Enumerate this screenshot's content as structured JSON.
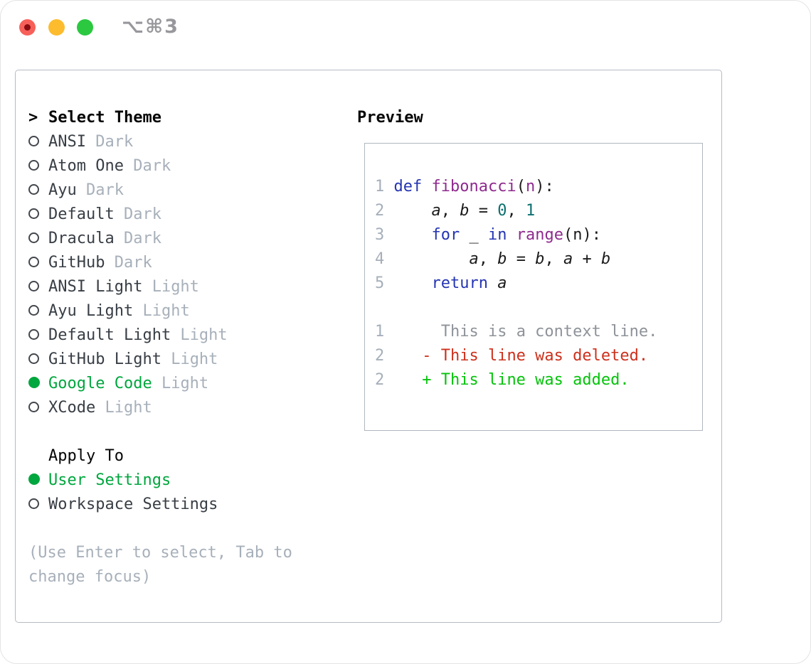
{
  "window": {
    "title": "⌥⌘3",
    "traffic_lights": [
      {
        "name": "close",
        "color": "#f76059",
        "has_dot": true,
        "dot_color": "#8a0b10"
      },
      {
        "name": "minimize",
        "color": "#fcbc2e",
        "has_dot": false,
        "dot_color": ""
      },
      {
        "name": "zoom",
        "color": "#2bc840",
        "has_dot": false,
        "dot_color": ""
      }
    ]
  },
  "theme_selector": {
    "prompt": ">",
    "title": "Select Theme",
    "items": [
      {
        "name": "ANSI",
        "variant": "Dark",
        "selected": false
      },
      {
        "name": "Atom One",
        "variant": "Dark",
        "selected": false
      },
      {
        "name": "Ayu",
        "variant": "Dark",
        "selected": false
      },
      {
        "name": "Default",
        "variant": "Dark",
        "selected": false
      },
      {
        "name": "Dracula",
        "variant": "Dark",
        "selected": false
      },
      {
        "name": "GitHub",
        "variant": "Dark",
        "selected": false
      },
      {
        "name": "ANSI Light",
        "variant": "Light",
        "selected": false
      },
      {
        "name": "Ayu Light",
        "variant": "Light",
        "selected": false
      },
      {
        "name": "Default Light",
        "variant": "Light",
        "selected": false
      },
      {
        "name": "GitHub Light",
        "variant": "Light",
        "selected": false
      },
      {
        "name": "Google Code",
        "variant": "Light",
        "selected": true
      },
      {
        "name": "XCode",
        "variant": "Light",
        "selected": false
      }
    ]
  },
  "apply_to": {
    "title": "Apply To",
    "options": [
      {
        "label": "User Settings",
        "selected": true
      },
      {
        "label": "Workspace Settings",
        "selected": false
      }
    ]
  },
  "help_text": "(Use Enter to select, Tab to change focus)",
  "preview": {
    "title": "Preview",
    "lines": [
      [
        [
          "ln",
          "1"
        ],
        [
          "pl",
          " "
        ],
        [
          "kw",
          "def"
        ],
        [
          "pl",
          " "
        ],
        [
          "fn",
          "fibonacci"
        ],
        [
          "pl",
          "("
        ],
        [
          "prm",
          "n"
        ],
        [
          "pl",
          "):"
        ]
      ],
      [
        [
          "ln",
          "2"
        ],
        [
          "pl",
          "     "
        ],
        [
          "var",
          "a"
        ],
        [
          "pl",
          ", "
        ],
        [
          "var",
          "b"
        ],
        [
          "pl",
          " = "
        ],
        [
          "num",
          "0"
        ],
        [
          "pl",
          ", "
        ],
        [
          "num",
          "1"
        ]
      ],
      [
        [
          "ln",
          "3"
        ],
        [
          "pl",
          "     "
        ],
        [
          "kw",
          "for"
        ],
        [
          "pl",
          " _ "
        ],
        [
          "kw",
          "in"
        ],
        [
          "pl",
          " "
        ],
        [
          "fn",
          "range"
        ],
        [
          "pl",
          "(n):"
        ]
      ],
      [
        [
          "ln",
          "4"
        ],
        [
          "pl",
          "         "
        ],
        [
          "var",
          "a"
        ],
        [
          "pl",
          ", "
        ],
        [
          "var",
          "b"
        ],
        [
          "pl",
          " = "
        ],
        [
          "var",
          "b"
        ],
        [
          "pl",
          ", "
        ],
        [
          "var",
          "a"
        ],
        [
          "pl",
          " + "
        ],
        [
          "var",
          "b"
        ]
      ],
      [
        [
          "ln",
          "5"
        ],
        [
          "pl",
          "     "
        ],
        [
          "kw",
          "return"
        ],
        [
          "pl",
          " "
        ],
        [
          "var",
          "a"
        ]
      ],
      [],
      [
        [
          "ln",
          "1"
        ],
        [
          "pl",
          "      "
        ],
        [
          "ctx",
          "This is a context line."
        ]
      ],
      [
        [
          "ln",
          "2"
        ],
        [
          "pl",
          "    "
        ],
        [
          "del",
          "- This line was deleted."
        ]
      ],
      [
        [
          "ln",
          "2"
        ],
        [
          "pl",
          "    "
        ],
        [
          "add",
          "+ This line was added."
        ]
      ]
    ]
  },
  "colors": {
    "accent_green": "#00a63e",
    "item_text": "#383e45",
    "variant_gray": "#a7b0ba",
    "radio_outline": "#43474d",
    "title_black": "#050505",
    "syntax": {
      "ln": "#a6afba",
      "pl": "#1b1b1b",
      "kw": "#2535b2",
      "fn": "#8e2a8e",
      "prm": "#8e2a8e",
      "num": "#0d6f6f",
      "var": "#1b1b1b",
      "ctx": "#8e9399",
      "del": "#cd301c",
      "add": "#05c30b"
    }
  }
}
